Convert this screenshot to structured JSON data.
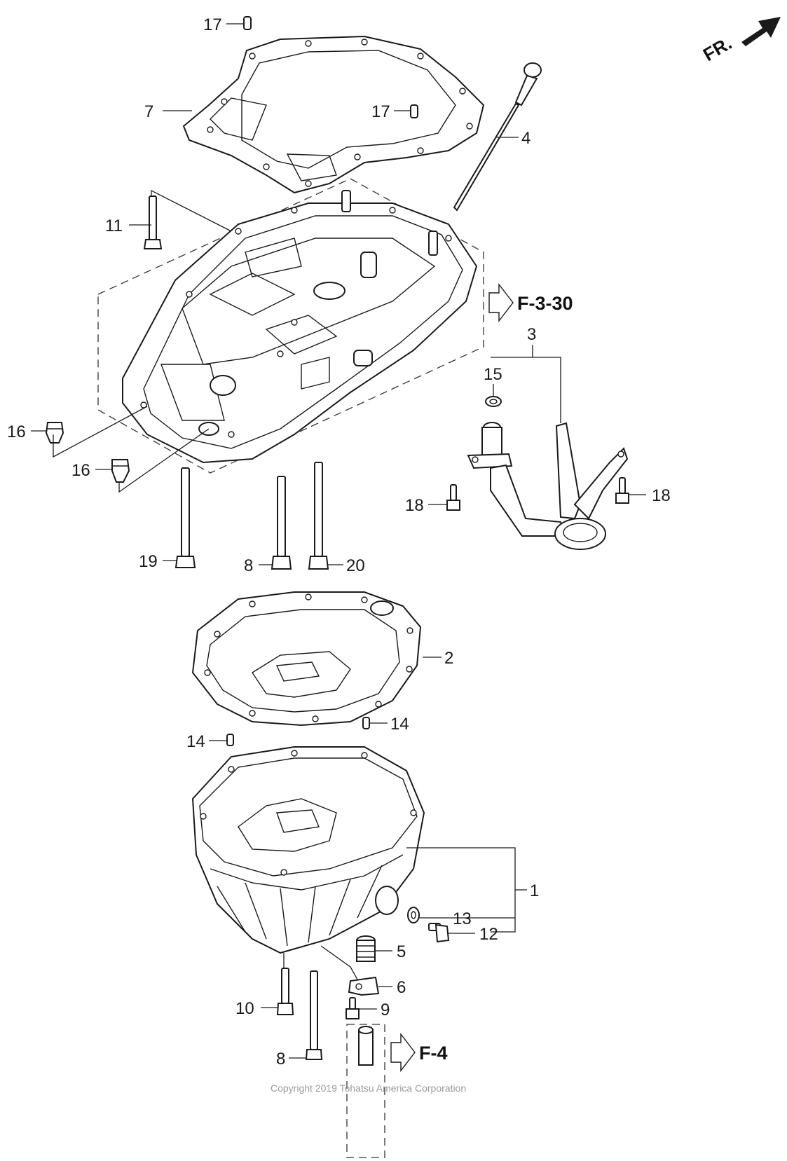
{
  "orientation": {
    "front_label": "FR."
  },
  "references": {
    "upper": "F-3-30",
    "lower": "F-4"
  },
  "callouts": {
    "c17a": "17",
    "c7": "7",
    "c17b": "17",
    "c4": "4",
    "c11": "11",
    "c3": "3",
    "c15": "15",
    "c16a": "16",
    "c16b": "16",
    "c18a": "18",
    "c18b": "18",
    "c19": "19",
    "c8a": "8",
    "c20": "20",
    "c2": "2",
    "c14a": "14",
    "c14b": "14",
    "c1": "1",
    "c13": "13",
    "c12": "12",
    "c5": "5",
    "c6": "6",
    "c10": "10",
    "c9": "9",
    "c8b": "8"
  },
  "copyright": "Copyright 2019 Tohatsu America Corporation"
}
